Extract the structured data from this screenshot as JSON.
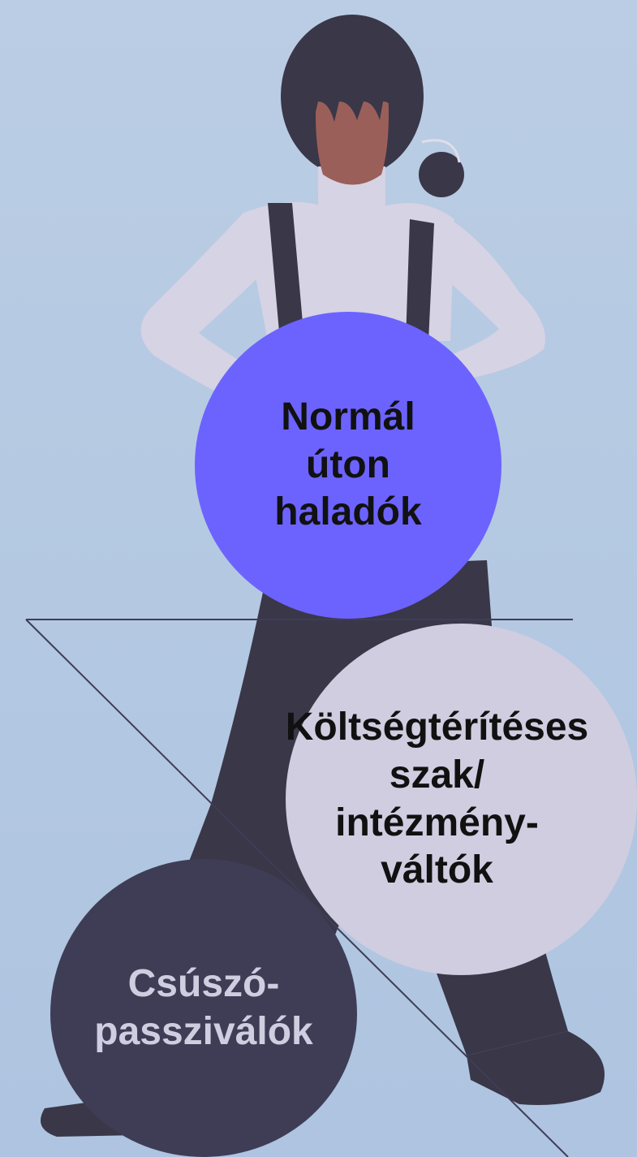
{
  "colors": {
    "background_top": "#bacde4",
    "background_bottom": "#aec4e0",
    "figure_dark": "#3a3749",
    "figure_skin": "#9b5f5a",
    "figure_shirt": "#d6d3e4",
    "bubble_normal": "#6c63ff",
    "bubble_koltseg": "#d0cde0",
    "bubble_csuszo": "#3f3d56",
    "text_dark": "#111111",
    "text_light": "#d0cde0",
    "triangle_line": "#3f3d56"
  },
  "bubbles": {
    "normal": {
      "lines": [
        "Normál",
        "úton",
        "haladók"
      ]
    },
    "koltseg": {
      "lines": [
        "Költségtérítéses",
        "szak/",
        "intézmény-",
        "váltók"
      ]
    },
    "csuszo": {
      "lines": [
        "Csúszó-",
        "passziválók"
      ]
    }
  }
}
